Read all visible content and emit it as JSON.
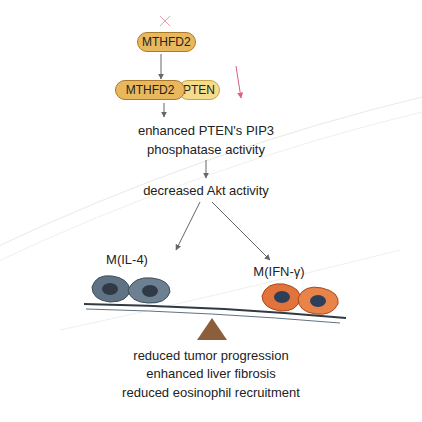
{
  "diagram": {
    "nodes": [
      {
        "text": [
          "MTHFD2"
        ]
      },
      {
        "text": [
          "MTHFD2"
        ]
      },
      {
        "text": [
          "PTEN"
        ]
      }
    ],
    "edges": [
      {
        "from": 0,
        "to": 1,
        "arrow": "to"
      }
    ],
    "labels": [
      "enhanced PTEN's PIP3 phosphatase activity",
      "decreased Akt activity",
      "M(IL-4)",
      "M(IFN-γ)",
      "reduced tumor progression",
      "enhanced liver fibrosis",
      "reduced eosinophil recruitment"
    ]
  }
}
